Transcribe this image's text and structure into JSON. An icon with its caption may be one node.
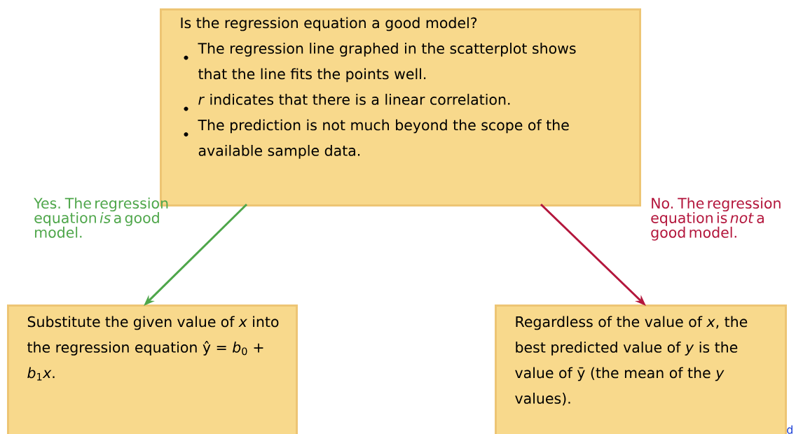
{
  "diagram": {
    "nodes": [
      {
        "text": [
          "Is the regression equation a good model?",
          "The regression line graphed in the scatterplot shows that the line fits the points well.",
          "*r* indicates that there is a linear correlation.",
          "The prediction is not much beyond the scope of the available sample data."
        ]
      },
      {
        "text": [
          "Substitute the given value of *x* into the regression equation ŷ = *b*$_{0}$ + *b*$_{1}$*x*."
        ]
      },
      {
        "text": [
          "Regardless of the value of *x*, the best predicted value of *y* is the value of ȳ (the mean of the *y* values)."
        ]
      }
    ],
    "edges": [
      {
        "from": 0,
        "to": 1,
        "arrow": "to",
        "label": "Yes. The regression equation *is* a good model.",
        "color": "#4ea64a"
      },
      {
        "from": 0,
        "to": 2,
        "arrow": "to",
        "label": "No. The regression equation is *not* a good model.",
        "color": "#b3163c"
      }
    ],
    "labels": [
      "d"
    ]
  }
}
